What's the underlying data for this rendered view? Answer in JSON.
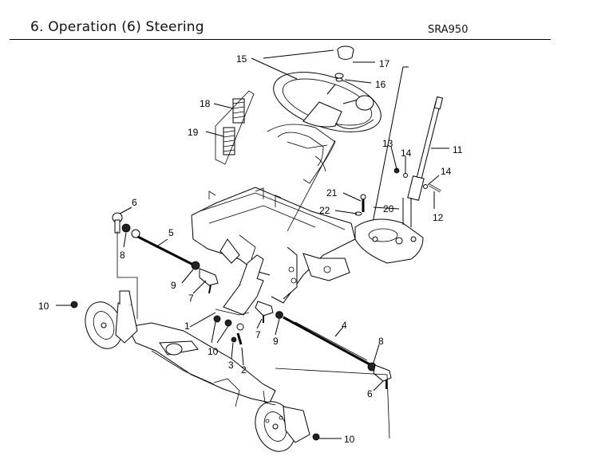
{
  "header": {
    "title": "6. Operation (6) Steering",
    "model": "SRA950"
  },
  "callouts": {
    "c1": "1",
    "c2": "2",
    "c3": "3",
    "c4": "4",
    "c5": "5",
    "c6a": "6",
    "c6b": "6",
    "c7a": "7",
    "c7b": "7",
    "c8a": "8",
    "c8b": "8",
    "c9a": "9",
    "c9b": "9",
    "c10a": "10",
    "c10b": "10",
    "c10c": "10",
    "c11": "11",
    "c12": "12",
    "c13": "13",
    "c14a": "14",
    "c14b": "14",
    "c15": "15",
    "c16": "16",
    "c17": "17",
    "c18": "18",
    "c19": "19",
    "c20": "20",
    "c21": "21",
    "c22": "22"
  }
}
